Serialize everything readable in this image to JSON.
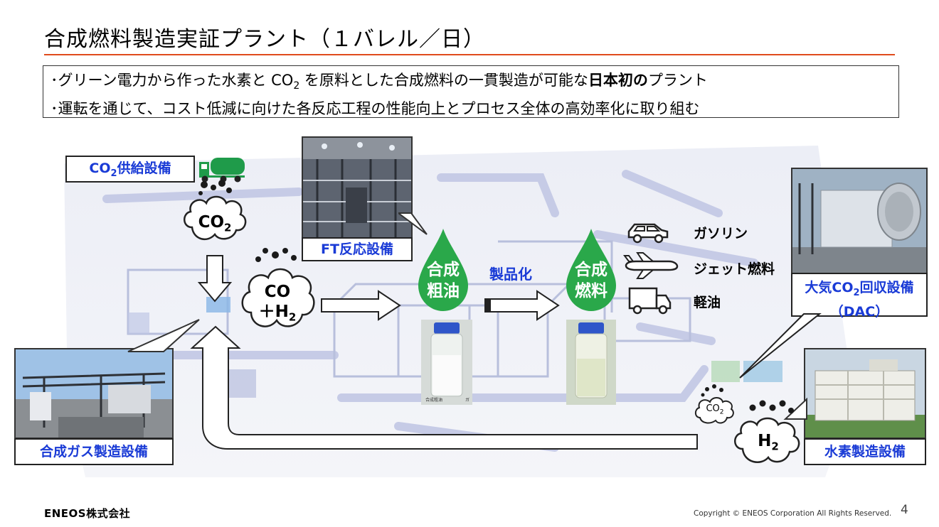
{
  "header": {
    "title": "合成燃料製造実証プラント（１バレル／日）"
  },
  "summary": {
    "bullet1_pre": "･グリーン電力から作った水素と CO",
    "bullet1_sub": "2",
    "bullet1_mid": " を原料とした合成燃料の一貫製造が可能な",
    "bullet1_bold": "日本初の",
    "bullet1_post": "プラント",
    "bullet2": "･運転を通じて、コスト低減に向けた各反応工程の性能向上とプロセス全体の高効率化に取り組む"
  },
  "labels": {
    "co2_supply_pre": "CO",
    "co2_supply_sub": "2",
    "co2_supply_post": "供給設備",
    "ft_reactor": "FT反応設備",
    "syngas_plant": "合成ガス製造設備",
    "dac_line1_pre": "大気CO",
    "dac_line1_sub": "2",
    "dac_line1_post": "回収設備",
    "dac_line2": "（DAC）",
    "h2_plant": "水素製造設備",
    "refining": "製品化"
  },
  "clouds": {
    "co2_main": "CO",
    "co2_main_sub": "2",
    "syngas_line1": "CO",
    "syngas_line2": "＋H",
    "syngas_sub": "2",
    "co2_small": "CO",
    "co2_small_sub": "2",
    "h2": "H",
    "h2_sub": "2"
  },
  "drops": {
    "crude_line1": "合成",
    "crude_line2": "粗油",
    "fuel_line1": "合成",
    "fuel_line2": "燃料"
  },
  "products": [
    {
      "icon": "car-icon",
      "label": "ガソリン"
    },
    {
      "icon": "jet-icon",
      "label": "ジェット燃料"
    },
    {
      "icon": "truck-icon",
      "label": "軽油"
    }
  ],
  "bottle_labels": {
    "crude": "合成粗油",
    "crude_right": "ガ"
  },
  "colors": {
    "accent_rule": "#e04b1c",
    "label_blue": "#1a3bd6",
    "drop_green": "#2aa84a",
    "truck_green": "#1f9b4a"
  },
  "footer": {
    "company": "ENEOS株式会社",
    "copyright": "Copyright © ENEOS Corporation  All Rights Reserved.",
    "page": "4"
  }
}
